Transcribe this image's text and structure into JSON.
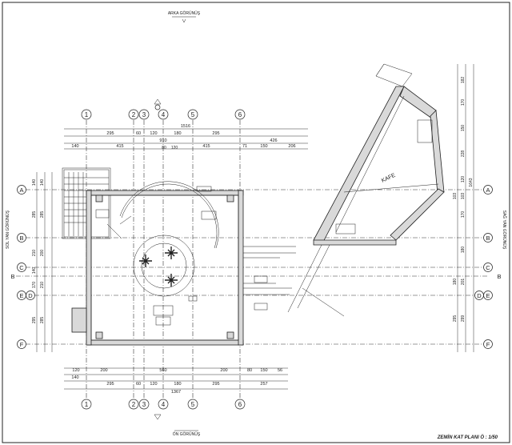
{
  "title": "ZEMİN KAT PLANI Ö : 1/50",
  "views": {
    "top": "ARKA GÖRÜNÜŞ",
    "bottom": "ÖN GÖRÜNÜŞ",
    "left": "SOL YAN GÖRÜNÜŞ",
    "right": "SAĞ YAN GÖRÜNÜŞ"
  },
  "room_label": "KAFE",
  "axes_numbers": [
    "1",
    "2",
    "3",
    "4",
    "5",
    "6"
  ],
  "axes_letters": [
    "A",
    "B",
    "C",
    "D",
    "E",
    "F"
  ],
  "dims_top": {
    "total": "1516",
    "row1": [
      "295",
      "60",
      "120",
      "180",
      "295"
    ],
    "row2": [
      "910",
      "426"
    ],
    "row3": [
      "140",
      "415",
      "415",
      "71",
      "150",
      "206"
    ],
    "row3_extra": [
      "80",
      "120"
    ]
  },
  "dims_bottom": {
    "total": "1367",
    "row1": [
      "120",
      "200",
      "200",
      "80",
      "150",
      "56"
    ],
    "row1_mid": "560",
    "row1_left": "140",
    "row2": [
      "295",
      "60",
      "120",
      "180",
      "295",
      "257"
    ]
  },
  "dims_left": [
    "140",
    "140",
    "285",
    "285",
    "210",
    "200",
    "140",
    "170",
    "210",
    "285",
    "295"
  ],
  "dims_right": [
    "182",
    "170",
    "150",
    "228",
    "120",
    "103",
    "103",
    "170",
    "180",
    "201",
    "180",
    "299",
    "295"
  ],
  "dims_right_total": "1643"
}
